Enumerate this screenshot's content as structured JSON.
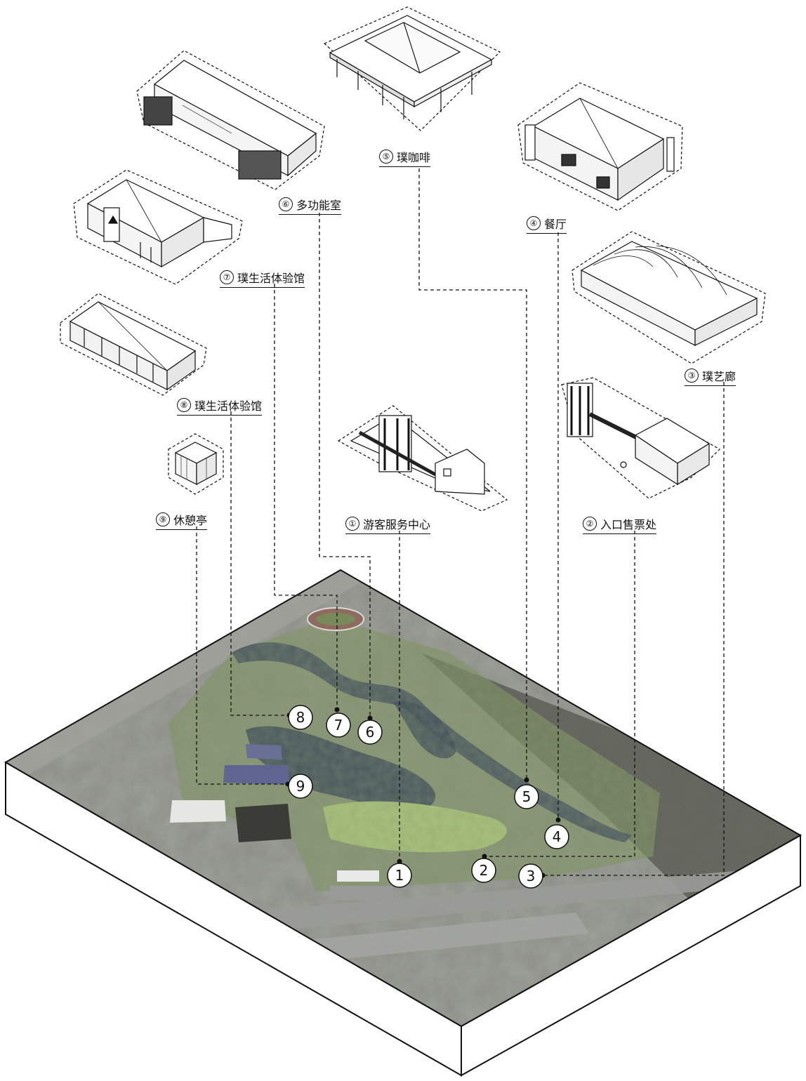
{
  "buildings": [
    {
      "num": "①",
      "name": "游客服务中心"
    },
    {
      "num": "②",
      "name": "入口售票处"
    },
    {
      "num": "③",
      "name": "璞艺廊"
    },
    {
      "num": "④",
      "name": "餐厅"
    },
    {
      "num": "⑤",
      "name": "璞咖啡"
    },
    {
      "num": "⑥",
      "name": "多功能室"
    },
    {
      "num": "⑦",
      "name": "璞生活体验馆"
    },
    {
      "num": "⑧",
      "name": "璞生活体验馆"
    },
    {
      "num": "⑨",
      "name": "休憩亭"
    }
  ],
  "map_markers": [
    "1",
    "2",
    "3",
    "4",
    "5",
    "6",
    "7",
    "8",
    "9"
  ],
  "colors": {
    "line": "#111111",
    "terrain": "#7a7c74",
    "water": "#3f4c5a",
    "lawn": "#a9c27a",
    "vegetation": "#6f8a52"
  }
}
